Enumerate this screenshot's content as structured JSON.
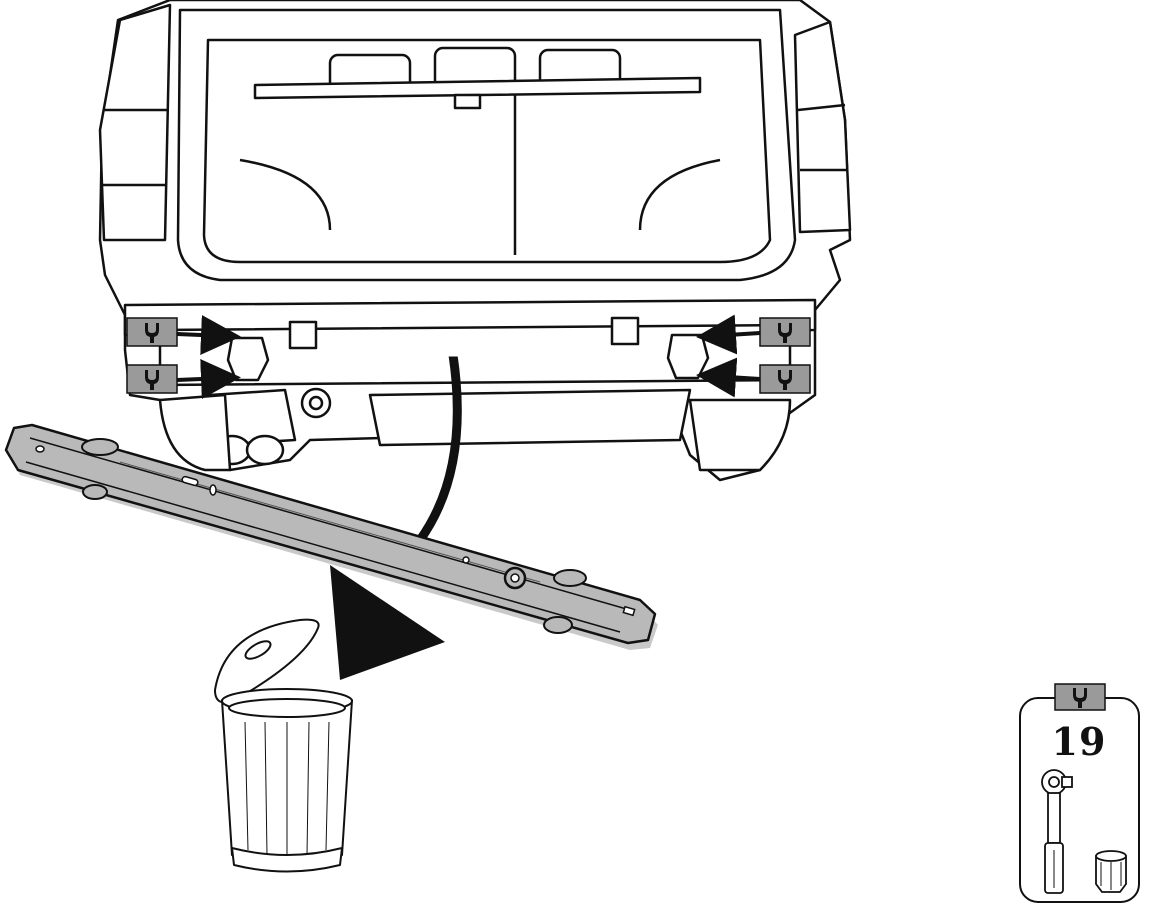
{
  "diagram": {
    "type": "assembly-instruction",
    "step_action": "remove-rear-crossbar-and-discard",
    "wrench_badge_icon": "wrench-icon",
    "badge_color": "#9a9a9a",
    "crossbar_color": "#b9b9b9",
    "fastener_callouts": [
      {
        "side": "left",
        "position": "upper"
      },
      {
        "side": "left",
        "position": "lower"
      },
      {
        "side": "right",
        "position": "upper"
      },
      {
        "side": "right",
        "position": "lower"
      }
    ]
  },
  "tool_panel": {
    "icon": "wrench-icon",
    "size_label": "19",
    "tools": [
      "ratchet-wrench-icon",
      "socket-icon"
    ]
  }
}
